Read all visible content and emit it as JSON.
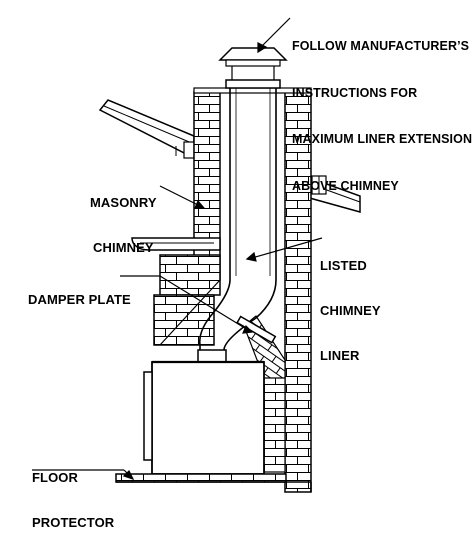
{
  "labels": {
    "liner_extension": [
      "FOLLOW MANUFACTURER’S",
      "INSTRUCTIONS FOR",
      "MAXIMUM LINER EXTENSION",
      "ABOVE CHIMNEY"
    ],
    "masonry_chimney": [
      "MASONRY",
      "CHIMNEY"
    ],
    "listed_chimney_liner": [
      "LISTED",
      "CHIMNEY",
      "LINER"
    ],
    "damper_plate": [
      "DAMPER PLATE"
    ],
    "floor_protector": [
      "FLOOR",
      "PROTECTOR"
    ]
  },
  "colors": {
    "ink": "#000000",
    "paper": "#ffffff",
    "stove_gray": "#d9d9d9"
  }
}
